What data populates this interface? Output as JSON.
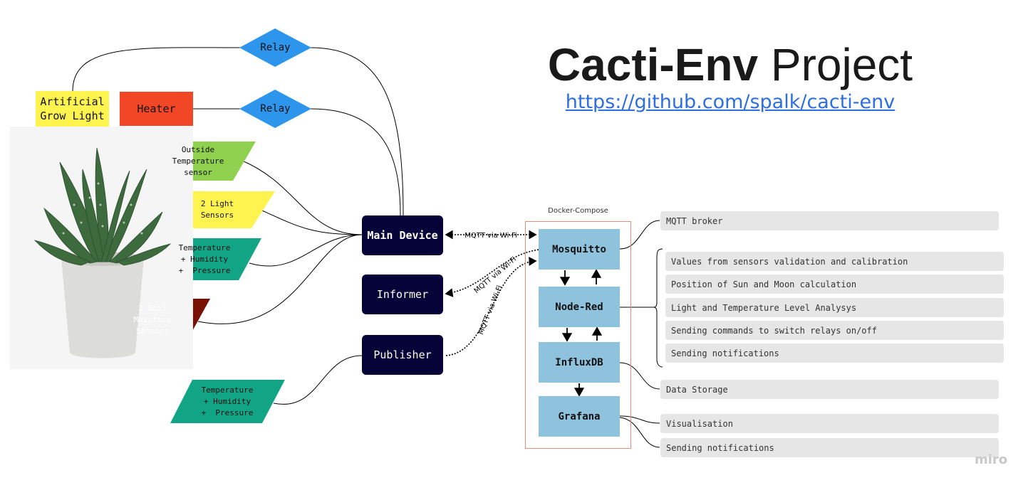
{
  "title": {
    "bold": "Cacti-Env",
    "rest": " Project"
  },
  "link": "https://github.com/spalk/cacti-env",
  "devices": {
    "grow_light": "Artificial\nGrow Light",
    "heater": "Heater",
    "relay_top": "Relay",
    "relay_bottom": "Relay",
    "main_device": "Main Device",
    "informer": "Informer",
    "publisher": "Publisher"
  },
  "sensors": {
    "outside_temp": "Outside\nTemperature\nsensor",
    "light": "2 Light\nSensors",
    "temp_hum_press": "Temperature\n+ Humidity\n+  Pressure",
    "soil": "2 Soil\nMoisture\nSensors",
    "temp_hum_press_2": "Temperature\n+ Humidity\n+  Pressure"
  },
  "connections": {
    "mqtt_main": "MQTT via Wi-Fi",
    "mqtt_informer": "MQTT via Wi-Fi",
    "mqtt_publisher": "MQTT via Wi-Fi"
  },
  "docker": {
    "label": "Docker-Compose",
    "services": [
      "Mosquitto",
      "Node-Red",
      "InfluxDB",
      "Grafana"
    ]
  },
  "descriptions": {
    "mqtt_broker": "MQTT broker",
    "node_red": [
      "Values from sensors validation and calibration",
      "Position of Sun and Moon calculation",
      "Light and Temperature Level Analysys",
      "Sending commands to switch relays on/off",
      "Sending notifications"
    ],
    "data_storage": "Data Storage",
    "visualisation": "Visualisation",
    "grafana_notifications": "Sending notifications"
  },
  "watermark": "miro",
  "colors": {
    "dark_node": "#050337",
    "service": "#8ec2dd",
    "relay": "#2d95ec",
    "yellow": "#fff44f",
    "orange": "#f24726",
    "green_light": "#8fd14f",
    "teal": "#12a585",
    "maroon": "#7a1105",
    "link": "#2d6fe0"
  }
}
